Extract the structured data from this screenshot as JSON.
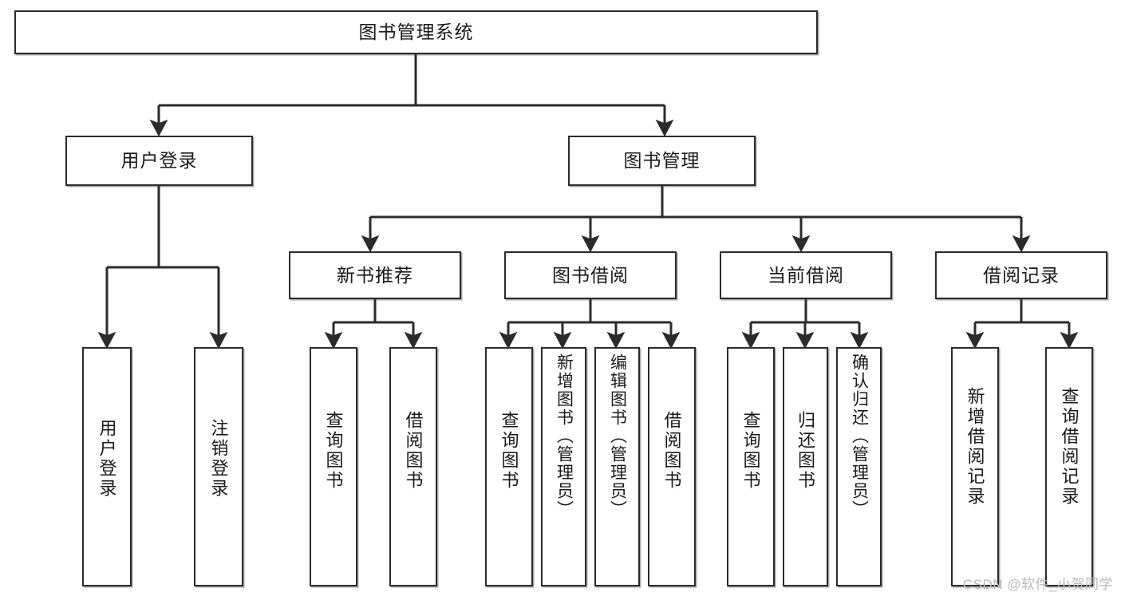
{
  "diagram": {
    "title": "图书管理系统",
    "type": "tree-hierarchy",
    "watermark": "CSDN @软件_小贺同学",
    "nodes": {
      "root": {
        "label": "图书管理系统"
      },
      "level1": [
        {
          "id": "user-login",
          "label": "用户登录"
        },
        {
          "id": "book-management",
          "label": "图书管理"
        }
      ],
      "level2": [
        {
          "id": "new-book-recommend",
          "label": "新书推荐"
        },
        {
          "id": "book-borrow",
          "label": "图书借阅"
        },
        {
          "id": "current-borrow",
          "label": "当前借阅"
        },
        {
          "id": "borrow-record",
          "label": "借阅记录"
        }
      ],
      "leaves": {
        "user_login": [
          {
            "id": "leaf-user-login",
            "label": "用户登录"
          },
          {
            "id": "leaf-logout-login",
            "label": "注销登录"
          }
        ],
        "new_book_recommend": [
          {
            "id": "leaf-query-book-1",
            "label": "查询图书"
          },
          {
            "id": "leaf-borrow-book-1",
            "label": "借阅图书"
          }
        ],
        "book_borrow": [
          {
            "id": "leaf-query-book-2",
            "label": "查询图书"
          },
          {
            "id": "leaf-add-book",
            "label": "新增图书（管理员）"
          },
          {
            "id": "leaf-edit-book",
            "label": "编辑图书（管理员）"
          },
          {
            "id": "leaf-borrow-book-2",
            "label": "借阅图书"
          }
        ],
        "current_borrow": [
          {
            "id": "leaf-query-book-3",
            "label": "查询图书"
          },
          {
            "id": "leaf-return-book",
            "label": "归还图书"
          },
          {
            "id": "leaf-confirm-return",
            "label": "确认归还（管理员）"
          }
        ],
        "borrow_record": [
          {
            "id": "leaf-add-record",
            "label": "新增借阅记录"
          },
          {
            "id": "leaf-query-record",
            "label": "查询借阅记录"
          }
        ]
      }
    },
    "colors": {
      "stroke": "#2b2b2b",
      "fill": "#ffffff",
      "text": "#1a1a1a",
      "watermark": "#b9b9b9"
    }
  }
}
